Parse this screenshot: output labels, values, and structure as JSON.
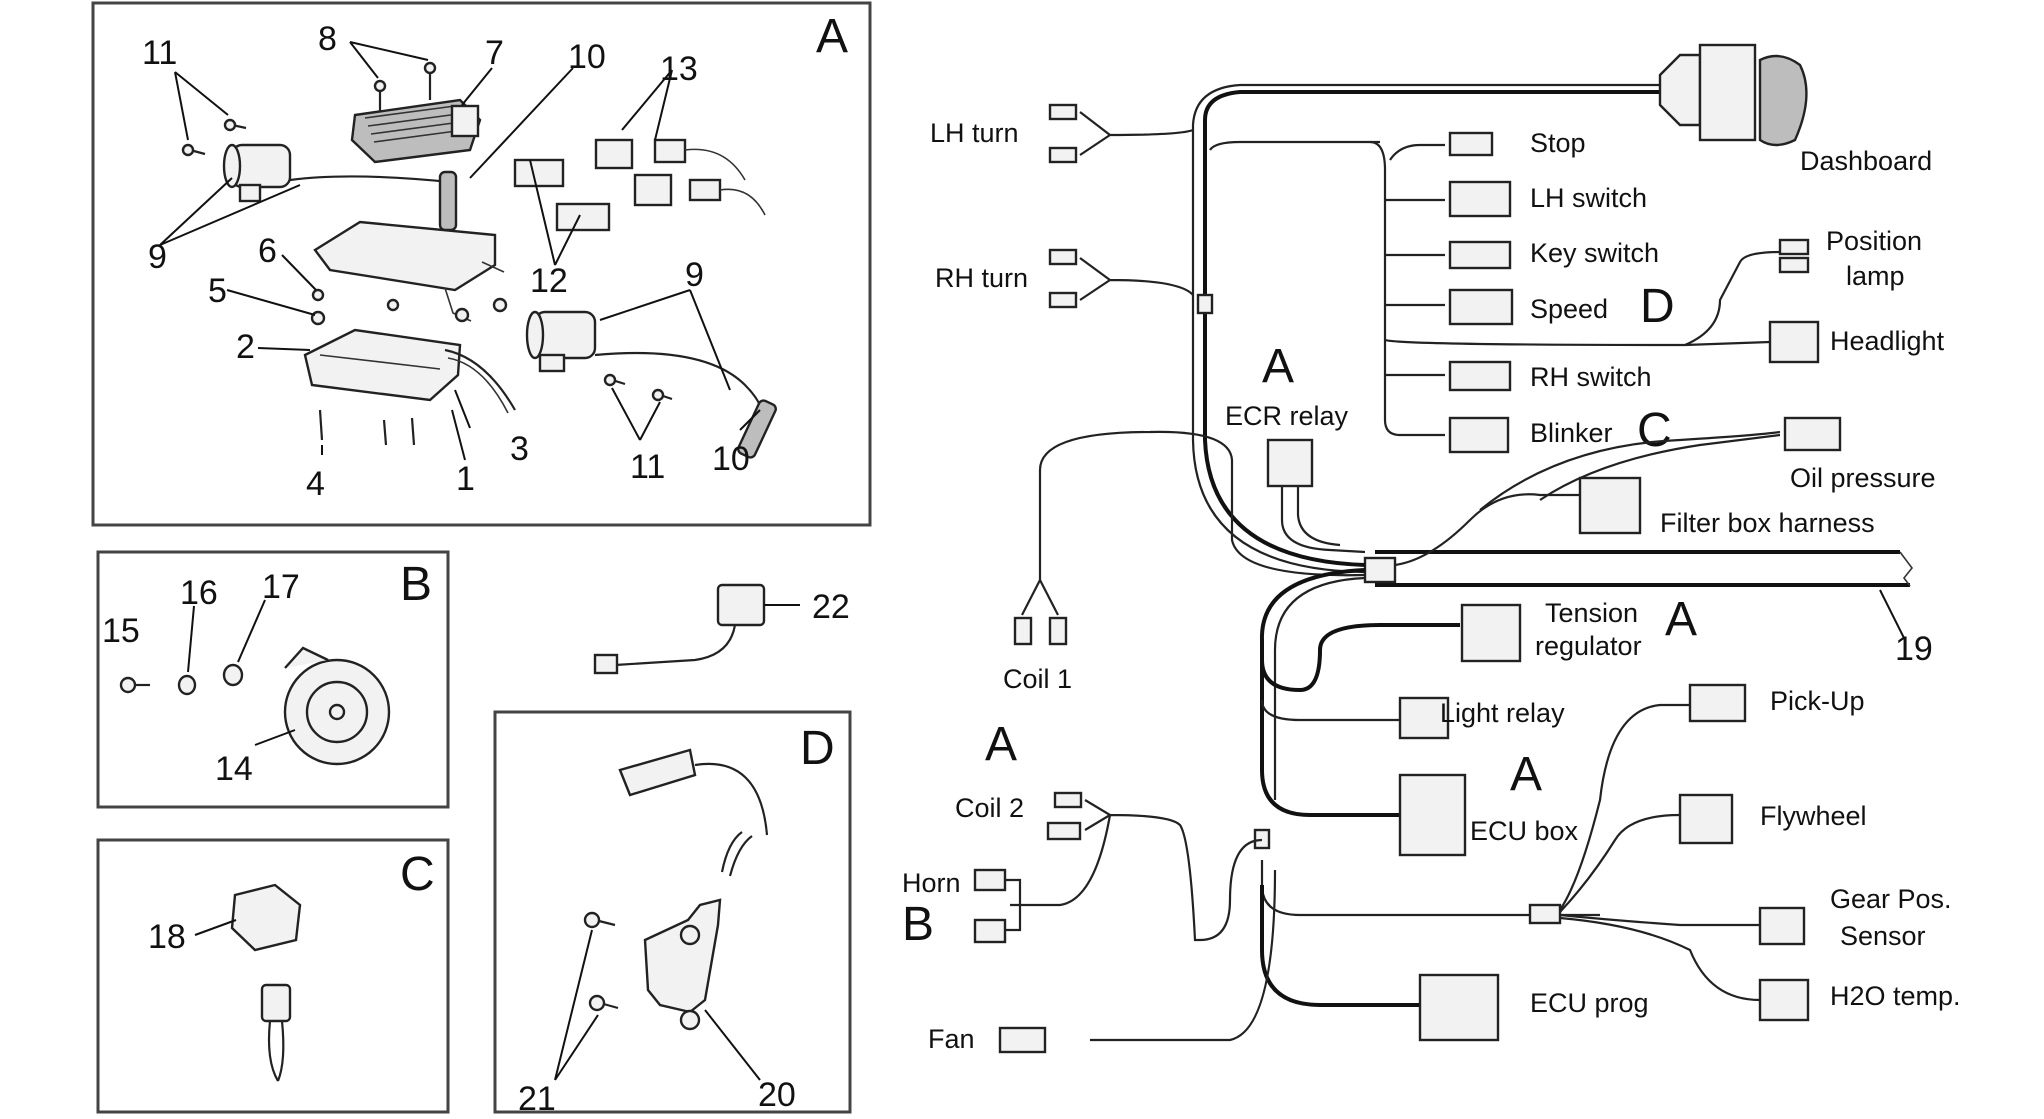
{
  "panels": {
    "A": {
      "letter": "A",
      "callouts": [
        "11",
        "8",
        "7",
        "10",
        "13",
        "9",
        "6",
        "5",
        "2",
        "12",
        "9",
        "3",
        "11",
        "10",
        "4",
        "1"
      ]
    },
    "B": {
      "letter": "B",
      "callouts": [
        "15",
        "16",
        "17",
        "14"
      ]
    },
    "C": {
      "letter": "C",
      "callouts": [
        "18"
      ]
    },
    "D": {
      "letter": "D",
      "callouts": [
        "20",
        "21"
      ]
    },
    "loose": {
      "callouts": [
        "22"
      ]
    }
  },
  "harness": {
    "connectors": {
      "dashboard": "Dashboard",
      "lh_turn": "LH turn",
      "rh_turn": "RH turn",
      "stop": "Stop",
      "lh_switch": "LH switch",
      "key_switch": "Key switch",
      "speed": "Speed",
      "position_lamp_1": "Position",
      "position_lamp_2": "lamp",
      "headlight": "Headlight",
      "rh_switch": "RH switch",
      "blinker": "Blinker",
      "ecr_relay": "ECR relay",
      "oil_pressure": "Oil pressure",
      "filter_box": "Filter box harness",
      "coil1": "Coil 1",
      "tension_1": "Tension",
      "tension_2": "regulator",
      "light_relay": "Light relay",
      "pick_up": "Pick-Up",
      "coil2": "Coil 2",
      "flywheel": "Flywheel",
      "horn": "Horn",
      "ecu_box": "ECU box",
      "gear_pos_1": "Gear Pos.",
      "gear_pos_2": "Sensor",
      "h2o_temp": "H2O temp.",
      "ecu_prog": "ECU prog",
      "fan": "Fan"
    },
    "letters": {
      "d_marker": "D",
      "c_marker": "C",
      "a_ecr": "A",
      "a_tension": "A",
      "a_coil2": "A",
      "a_ecu": "A",
      "b_horn": "B"
    },
    "harness_number": "19"
  }
}
